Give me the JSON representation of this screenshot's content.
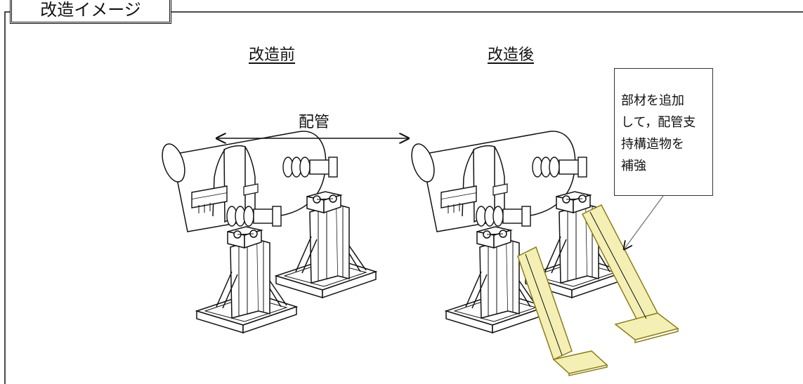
{
  "frame": {
    "title": "改造イメージ"
  },
  "headings": {
    "before": "改造前",
    "after": "改造後"
  },
  "labels": {
    "pipe": "配管"
  },
  "callout": {
    "lines": [
      "部材を追加",
      "して，配管支",
      "持構造物を",
      "補強"
    ]
  },
  "colors": {
    "line": "#111111",
    "reinforcement_fill": "#f4f0b5",
    "reinforcement_stroke": "#8d7d16",
    "background": "#ffffff"
  }
}
